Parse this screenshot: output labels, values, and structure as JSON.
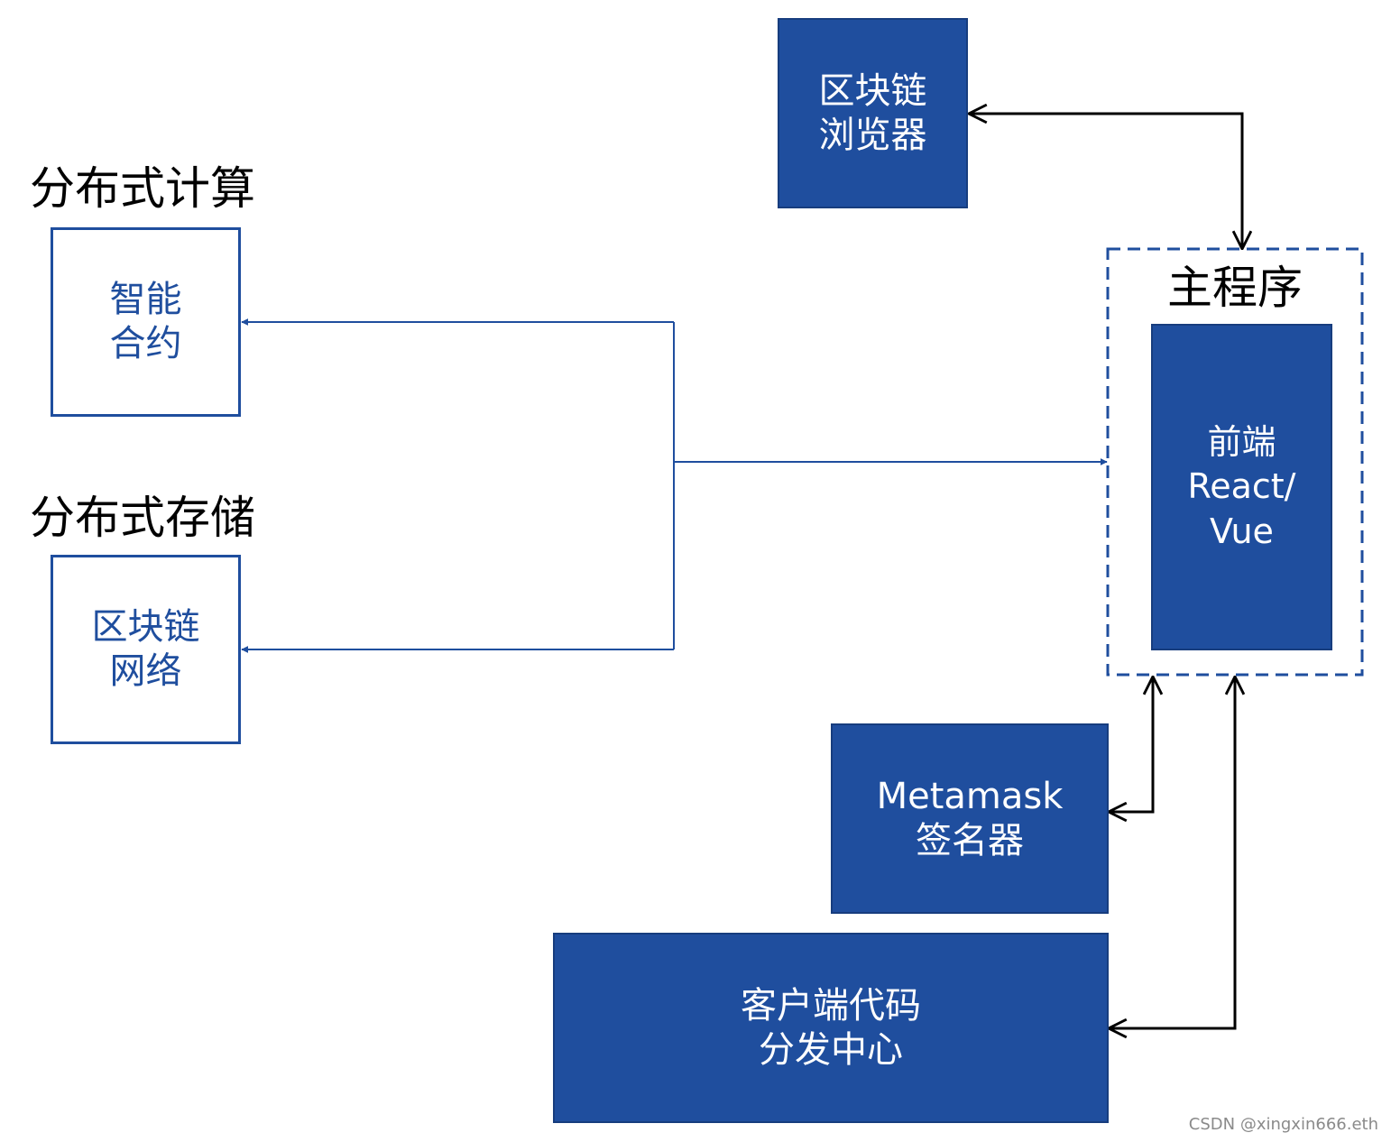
{
  "section_labels": {
    "distributed_computing": "分布式计算",
    "distributed_storage": "分布式存储"
  },
  "boxes": {
    "smart_contract": {
      "lines": [
        "智能",
        "合约"
      ]
    },
    "blockchain_network": {
      "lines": [
        "区块链",
        "网络"
      ]
    },
    "blockchain_explorer": {
      "lines": [
        "区块链",
        "浏览器"
      ]
    },
    "main_program": {
      "title": "主程序"
    },
    "frontend": {
      "lines": [
        "前端",
        "React/",
        "Vue"
      ]
    },
    "metamask_signer": {
      "lines": [
        "Metamask",
        "签名器"
      ]
    },
    "client_code_center": {
      "lines": [
        "客户端代码",
        "分发中心"
      ]
    }
  },
  "colors": {
    "box_fill": "#1f4e9e",
    "box_outline": "#1f4e9e",
    "connector_blue": "#1f4e9e",
    "connector_black": "#000000",
    "section_text": "#000000"
  },
  "watermark": "CSDN @xingxin666.eth"
}
